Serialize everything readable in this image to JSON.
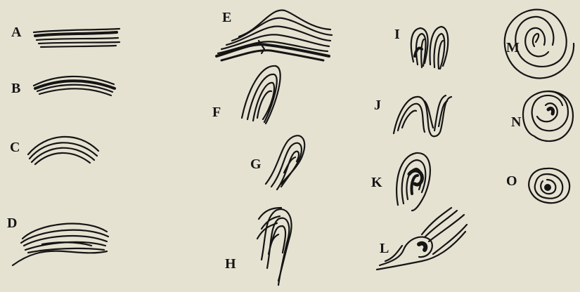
{
  "figure": {
    "background": "#e6e2d2",
    "ink": "#151515",
    "sketches": [
      {
        "key": "A",
        "label": "A",
        "form": "flat folded layers"
      },
      {
        "key": "B",
        "label": "B",
        "form": "gentle arch"
      },
      {
        "key": "C",
        "label": "C",
        "form": "arch"
      },
      {
        "key": "D",
        "label": "D",
        "form": "broad dome"
      },
      {
        "key": "E",
        "label": "E",
        "form": "peaked fold"
      },
      {
        "key": "F",
        "label": "F",
        "form": "tight fold"
      },
      {
        "key": "G",
        "label": "G",
        "form": "overturned fold"
      },
      {
        "key": "H",
        "label": "H",
        "form": "recumbent fold"
      },
      {
        "key": "I",
        "label": "I",
        "form": "double fold"
      },
      {
        "key": "J",
        "label": "J",
        "form": "folded loops"
      },
      {
        "key": "K",
        "label": "K",
        "form": "closed loop"
      },
      {
        "key": "L",
        "label": "L",
        "form": "rolled fold"
      },
      {
        "key": "M",
        "label": "M",
        "form": "spiral"
      },
      {
        "key": "N",
        "label": "N",
        "form": "spiral"
      },
      {
        "key": "O",
        "label": "O",
        "form": "concentric rings"
      }
    ]
  }
}
